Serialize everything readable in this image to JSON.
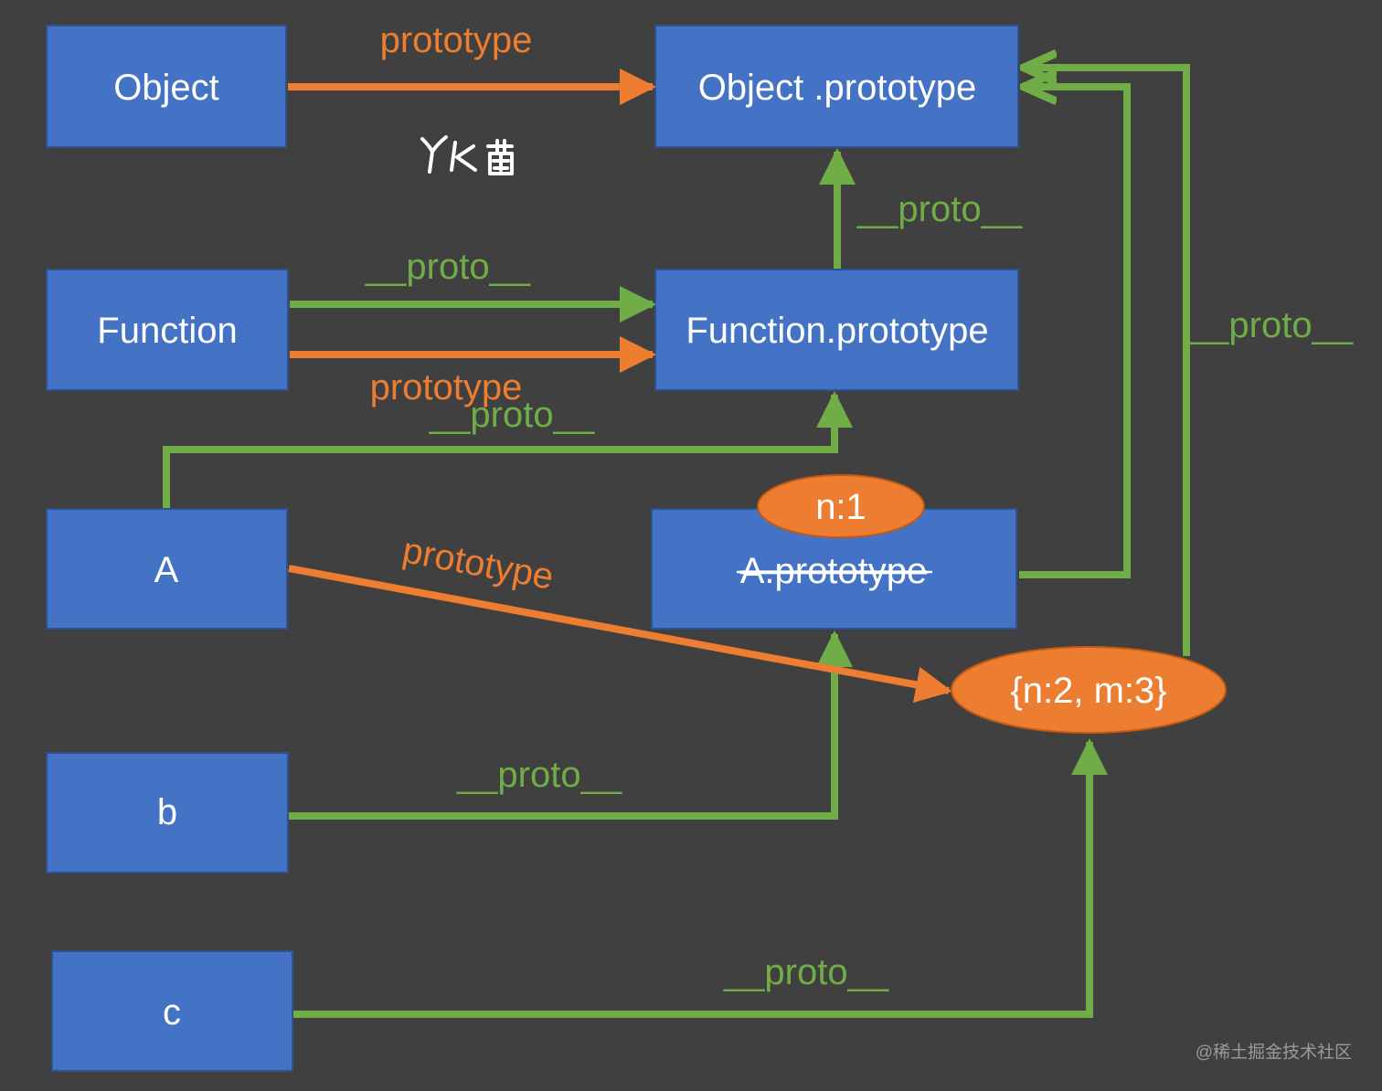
{
  "colors": {
    "background": "#404040",
    "box_fill": "#4472C4",
    "box_stroke": "#2F528F",
    "proto_green": "#70AD47",
    "prototype_orange": "#ED7D31",
    "ellipse_fill": "#ED7D31",
    "text": "#FFFFFF"
  },
  "nodes": {
    "object": "Object",
    "object_prototype": "Object .prototype",
    "function": "Function",
    "function_prototype": "Function.prototype",
    "a": "A",
    "a_prototype": "A.prototype",
    "b": "b",
    "c": "c",
    "old_value": "n:1",
    "new_value": "{n:2, m:3}"
  },
  "edges": {
    "object_prototype": "prototype",
    "function_proto": "__proto__",
    "function_prototype": "prototype",
    "function_prototype_proto": "__proto__",
    "a_proto": "__proto__",
    "a_prototype": "prototype",
    "new_value_proto": "__proto__",
    "b_proto": "__proto__",
    "c_proto": "__proto__"
  },
  "signature": "YK菌",
  "watermark": "@稀土掘金技术社区"
}
